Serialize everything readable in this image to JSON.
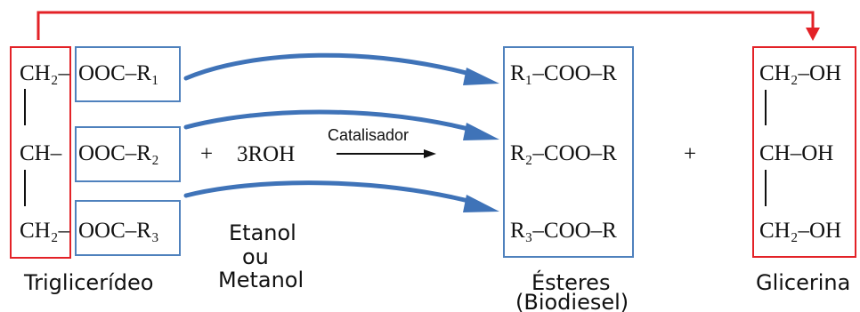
{
  "reaction": {
    "triglyceride": {
      "row1": {
        "left": "CH₂–",
        "group": "OOC–R₁"
      },
      "row2": {
        "left": "CH–",
        "group": "OOC–R₂"
      },
      "row3": {
        "left": "CH₂–",
        "group": "OOC–R₃"
      },
      "label": "Triglicerídeo"
    },
    "plus_1": "+",
    "reagent": "3ROH",
    "catalyst": "Catalisador",
    "alcohol_label": {
      "line1": "Etanol",
      "line2": "ou",
      "line3": "Metanol"
    },
    "esters": {
      "row1": "R₁–COO–R",
      "row2": "R₂–COO–R",
      "row3": "R₃–COO–R",
      "label": "Ésteres",
      "sublabel": "(Biodiesel)"
    },
    "plus_2": "+",
    "glycerin": {
      "row1": "CH₂–OH",
      "row2": "CH–OH",
      "row3": "CH₂–OH",
      "label": "Glicerina"
    }
  },
  "colors": {
    "red_box": "#e32227",
    "blue_box": "#4f81bd",
    "blue_arrow": "#3f73b8",
    "text": "#111111"
  }
}
